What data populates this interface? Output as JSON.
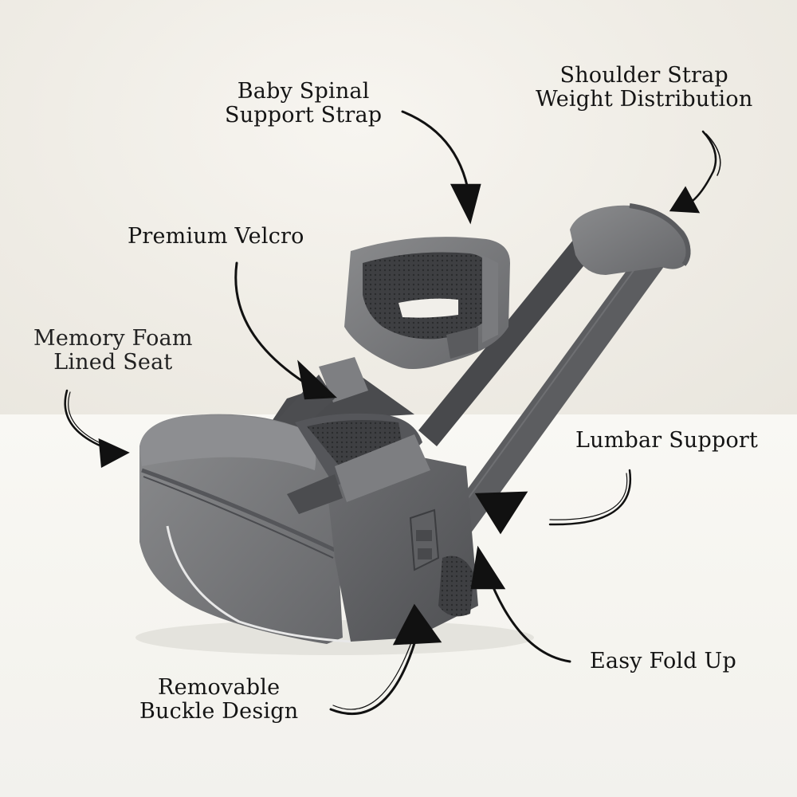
{
  "image": {
    "subject": "Hip seat baby carrier",
    "product_color": "#6f7072",
    "background_color": "#f3f1ec",
    "text_color": "#141414"
  },
  "callouts": [
    {
      "id": "baby-spinal-support-strap",
      "lines": [
        "Baby Spinal",
        "Support Strap"
      ]
    },
    {
      "id": "shoulder-strap-weight-distribution",
      "lines": [
        "Shoulder Strap",
        "Weight Distribution"
      ]
    },
    {
      "id": "premium-velcro",
      "lines": [
        "Premium Velcro"
      ]
    },
    {
      "id": "memory-foam-lined-seat",
      "lines": [
        "Memory Foam",
        "Lined Seat"
      ]
    },
    {
      "id": "lumbar-support",
      "lines": [
        "Lumbar Support"
      ]
    },
    {
      "id": "easy-fold-up",
      "lines": [
        "Easy Fold Up"
      ]
    },
    {
      "id": "removable-buckle-design",
      "lines": [
        "Removable",
        "Buckle Design"
      ]
    }
  ]
}
